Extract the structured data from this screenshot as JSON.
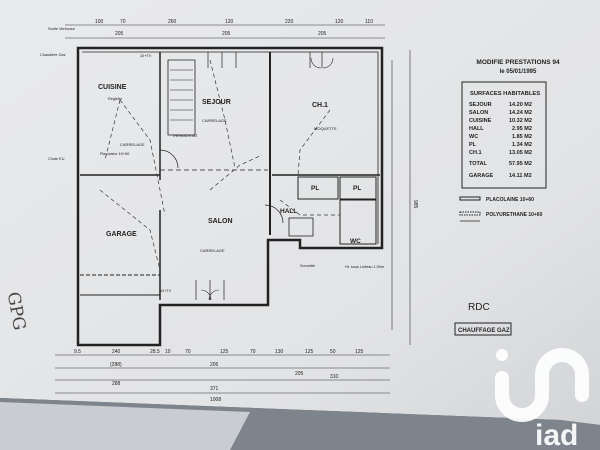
{
  "header": {
    "modified": "MODIFIE PRESTATIONS 94",
    "date": "le 05/01/1995"
  },
  "surfaces": {
    "title": "SURFACES HABITABLES",
    "rows": [
      {
        "room": "SEJOUR",
        "area": "14.20 M2"
      },
      {
        "room": "SALON",
        "area": "14.24 M2"
      },
      {
        "room": "CUISINE",
        "area": "10.32 M2"
      },
      {
        "room": "HALL",
        "area": "2.95 M2"
      },
      {
        "room": "WC",
        "area": "1.85 M2"
      },
      {
        "room": "PL",
        "area": "1.34 M2"
      },
      {
        "room": "CH.1",
        "area": "13.05 M2"
      }
    ],
    "total_label": "TOTAL",
    "total": "57.95 M2",
    "garage_label": "GARAGE",
    "garage": "14.11 M2"
  },
  "legend": {
    "placoplatre": "PLACOLAINE 10+60",
    "polyurethane": "POLYURETHANE 10+60"
  },
  "level": "RDC",
  "heating": "CHAUFFAGE GAZ",
  "handwritten": "GPG",
  "watermark": "iad",
  "rooms": {
    "cuisine": "CUISINE",
    "sejour": "SEJOUR",
    "ch1": "CH.1",
    "garage": "GARAGE",
    "salon": "SALON",
    "hall": "HALL",
    "pl1": "PL",
    "pl2": "PL",
    "wc": "WC",
    "carrelage1": "CARRELAGE",
    "carrelage2": "CARRELAGE",
    "carrelage3": "CARRELAGE",
    "moquette": "MOQUETTE"
  },
  "annotations": {
    "chaudiere": "Chaudiere Gaz",
    "chute": "Chute EU",
    "reglette": "Reglette",
    "thermostat": "THERMOSTAT",
    "placolaine": "Placolaine 10+60",
    "sonnette": "Sonnette",
    "tv1": "10+TV",
    "tv2": "10+TV",
    "sortie": "Sortie Ventouse",
    "linteau": "Ht. sous Linteau 1.90m"
  },
  "dimensions": {
    "top": [
      "100",
      "70",
      "260",
      "120",
      "220",
      "120",
      "110"
    ],
    "top2": [
      "205",
      "205",
      "205"
    ],
    "bottom": [
      "9.5",
      "240",
      "28.5",
      "10",
      "70",
      "125",
      "70",
      "130",
      "125",
      "50",
      "125"
    ],
    "bottom2": [
      "(288)",
      "205",
      "205"
    ],
    "bottom3": [
      "288",
      "371",
      "310"
    ],
    "total": "1008",
    "right": [
      "985"
    ]
  }
}
